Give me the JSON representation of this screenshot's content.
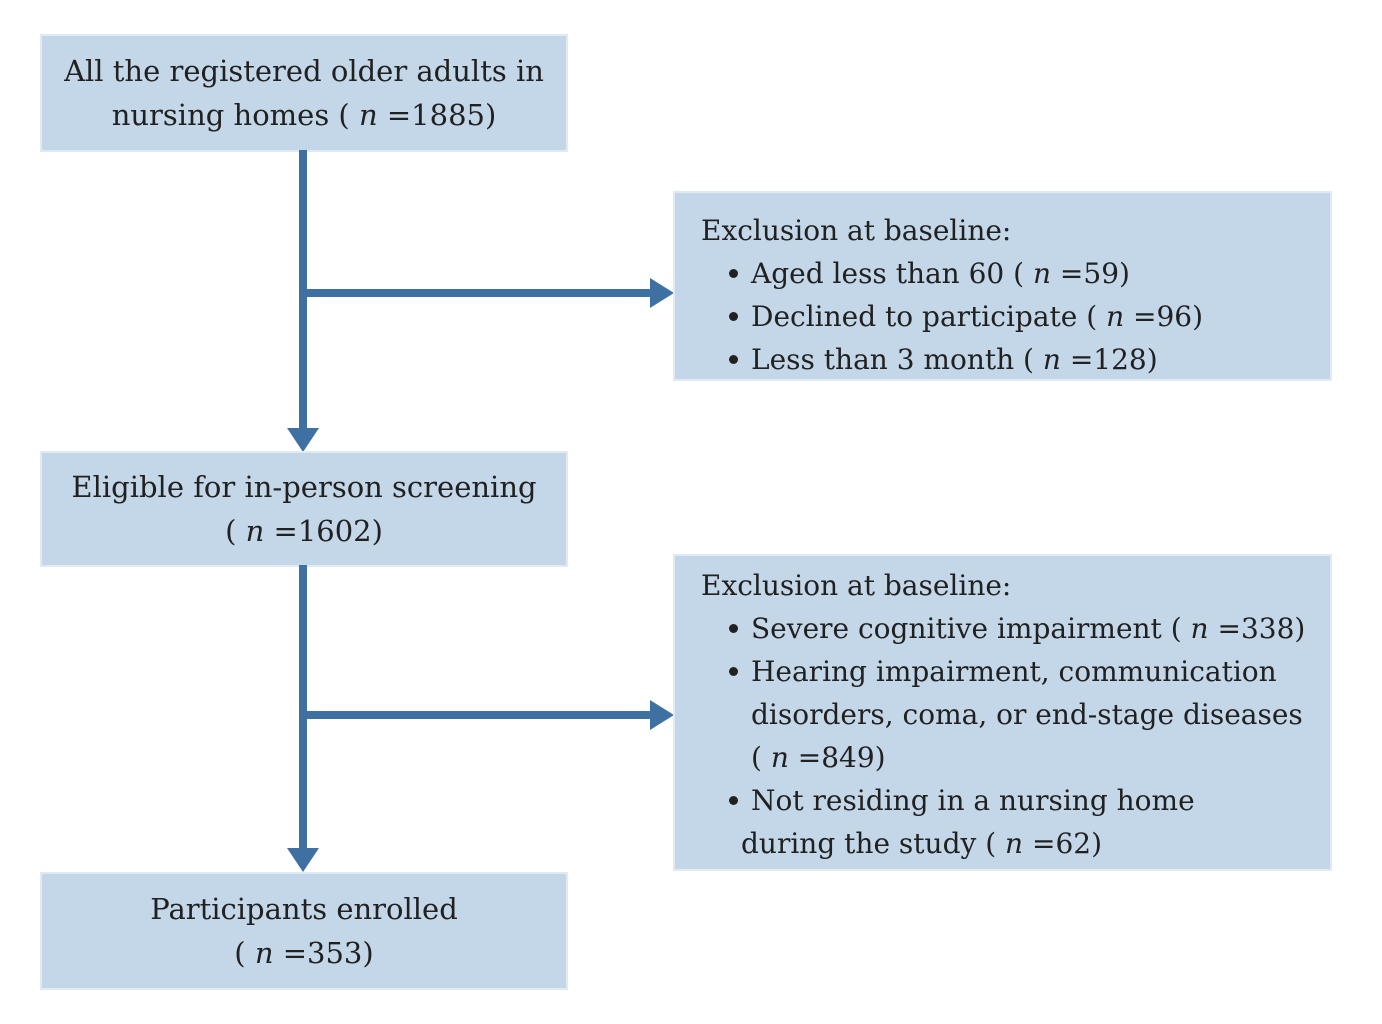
{
  "colors": {
    "box_fill": "#c4d7e8",
    "box_border": "#dfeaf4",
    "arrow": "#3f70a2",
    "text": "#212121",
    "background": "#ffffff"
  },
  "boxes": {
    "box1": {
      "lines": [
        "All the registered older adults in",
        "nursing homes ( n =1885)"
      ]
    },
    "box2": {
      "title": "Exclusion at baseline:",
      "bullets": [
        [
          "Aged less than 60 ( n =59)"
        ],
        [
          "Declined to participate ( n =96)"
        ],
        [
          "Less than 3 month  ( n =128)"
        ]
      ]
    },
    "box3": {
      "lines": [
        "Eligible for in-person screening",
        "( n =1602)"
      ]
    },
    "box4": {
      "title": "Exclusion at baseline:",
      "bullets": [
        [
          "Severe cognitive impairment ( n =338)"
        ],
        [
          "Hearing impairment, communication",
          "disorders, coma, or end-stage diseases",
          "( n =849)"
        ],
        [
          "Not residing in a nursing home",
          "during the study  ( n =62)"
        ]
      ]
    },
    "box5": {
      "lines": [
        "Participants enrolled",
        "( n =353)"
      ]
    }
  }
}
